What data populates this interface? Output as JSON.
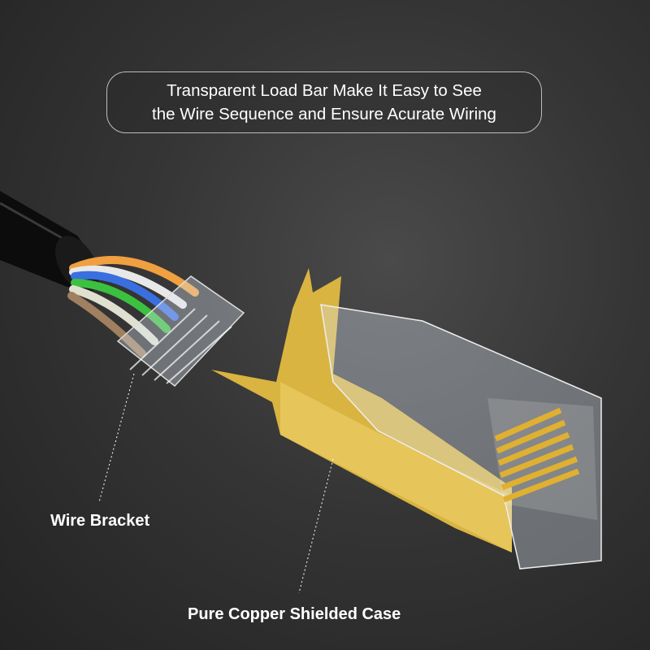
{
  "caption": {
    "line1": "Transparent Load Bar Make It Easy to See",
    "line2": "the Wire Sequence and Ensure Acurate Wiring"
  },
  "labels": {
    "wire_bracket": "Wire Bracket",
    "shielded_case": "Pure Copper Shielded Case"
  },
  "colors": {
    "gold": "#d9b441",
    "wire_orange": "#f0a040",
    "wire_blue": "#3a6fe0",
    "wire_green": "#3cc040",
    "wire_brown": "#a08060"
  }
}
